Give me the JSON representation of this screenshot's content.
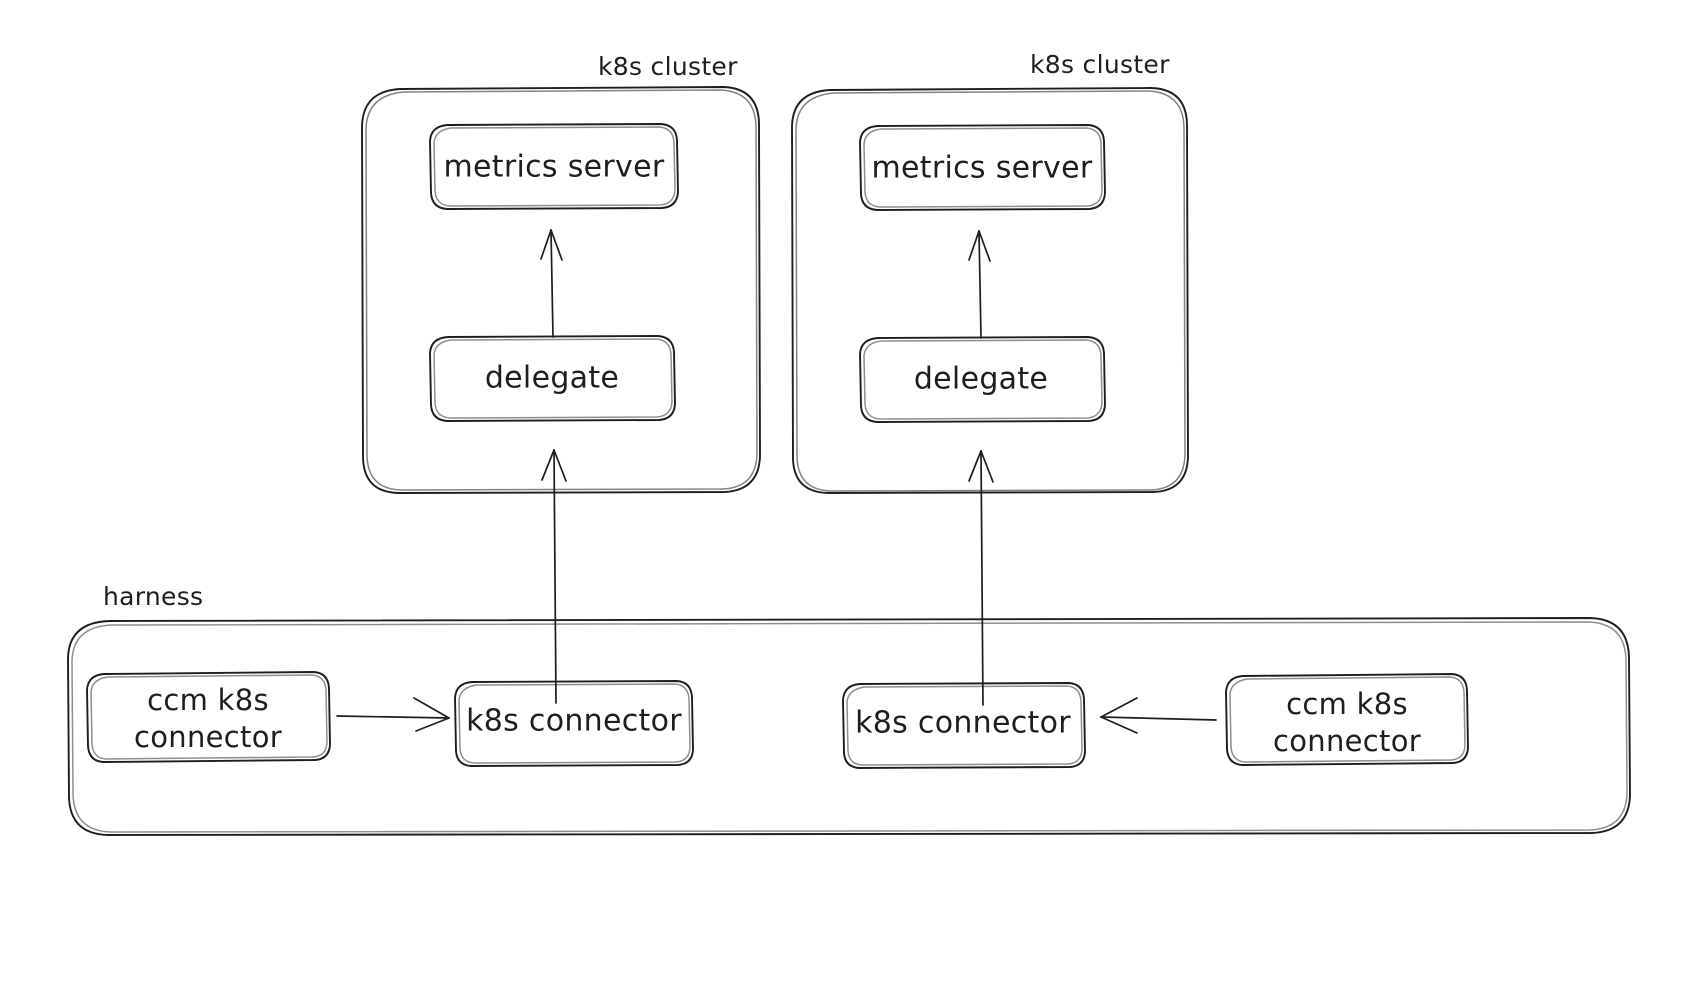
{
  "diagram": {
    "title": "harness ccm k8s connector to k8s cluster metrics architecture",
    "background_color": "#ffffff",
    "stroke_color": "#1e1e1e",
    "style": "hand-drawn"
  },
  "groups": {
    "cluster_left": {
      "label": "k8s cluster"
    },
    "cluster_right": {
      "label": "k8s cluster"
    },
    "harness": {
      "label": "harness"
    }
  },
  "nodes": {
    "metrics_server_left": {
      "label": "metrics server"
    },
    "delegate_left": {
      "label": "delegate"
    },
    "metrics_server_right": {
      "label": "metrics server"
    },
    "delegate_right": {
      "label": "delegate"
    },
    "ccm_connector_left_line1": {
      "label": "ccm k8s"
    },
    "ccm_connector_left_line2": {
      "label": "connector"
    },
    "k8s_connector_left": {
      "label": "k8s connector"
    },
    "k8s_connector_right": {
      "label": "k8s connector"
    },
    "ccm_connector_right_line1": {
      "label": "ccm k8s"
    },
    "ccm_connector_right_line2": {
      "label": "connector"
    }
  },
  "edges": [
    {
      "from": "delegate_left",
      "to": "metrics_server_left",
      "direction": "up"
    },
    {
      "from": "k8s_connector_left",
      "to": "delegate_left",
      "direction": "up"
    },
    {
      "from": "delegate_right",
      "to": "metrics_server_right",
      "direction": "up"
    },
    {
      "from": "k8s_connector_right",
      "to": "delegate_right",
      "direction": "up"
    },
    {
      "from": "ccm_connector_left",
      "to": "k8s_connector_left",
      "direction": "right"
    },
    {
      "from": "ccm_connector_right",
      "to": "k8s_connector_right",
      "direction": "left"
    }
  ]
}
